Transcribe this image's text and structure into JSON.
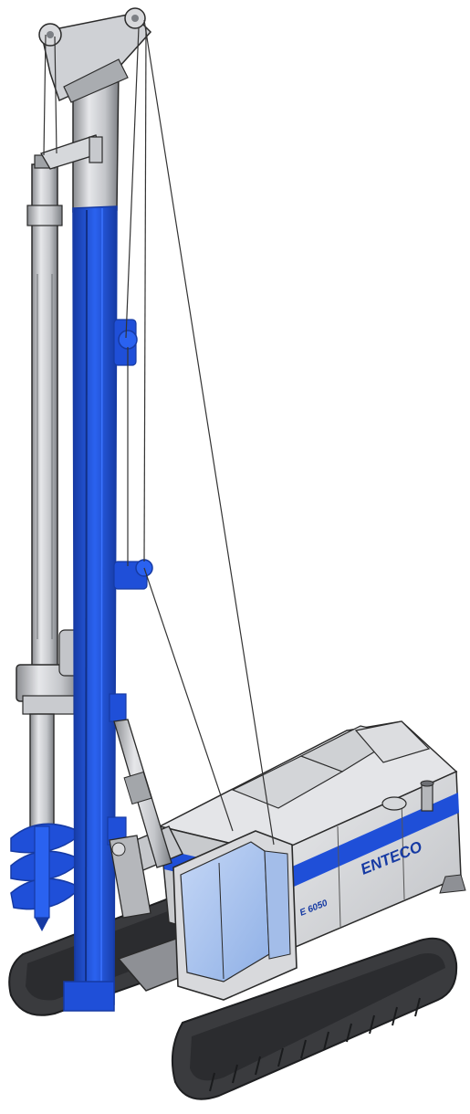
{
  "image": {
    "subject": "piling-rig",
    "brand_label": "ENTECO",
    "model_label": "E 6050"
  },
  "colors": {
    "background": "#ffffff",
    "brand_blue": "#1f4fd8",
    "blue_dark": "#163aa3",
    "steel_light": "#d9dadd",
    "steel_mid": "#b3b5b9",
    "steel_dark": "#7d8085",
    "track_dark": "#3a3b3e",
    "track_black": "#1d1e20",
    "cab_glass": "#a9c3ef",
    "outline": "#2a2a2a",
    "cable": "#333333"
  }
}
